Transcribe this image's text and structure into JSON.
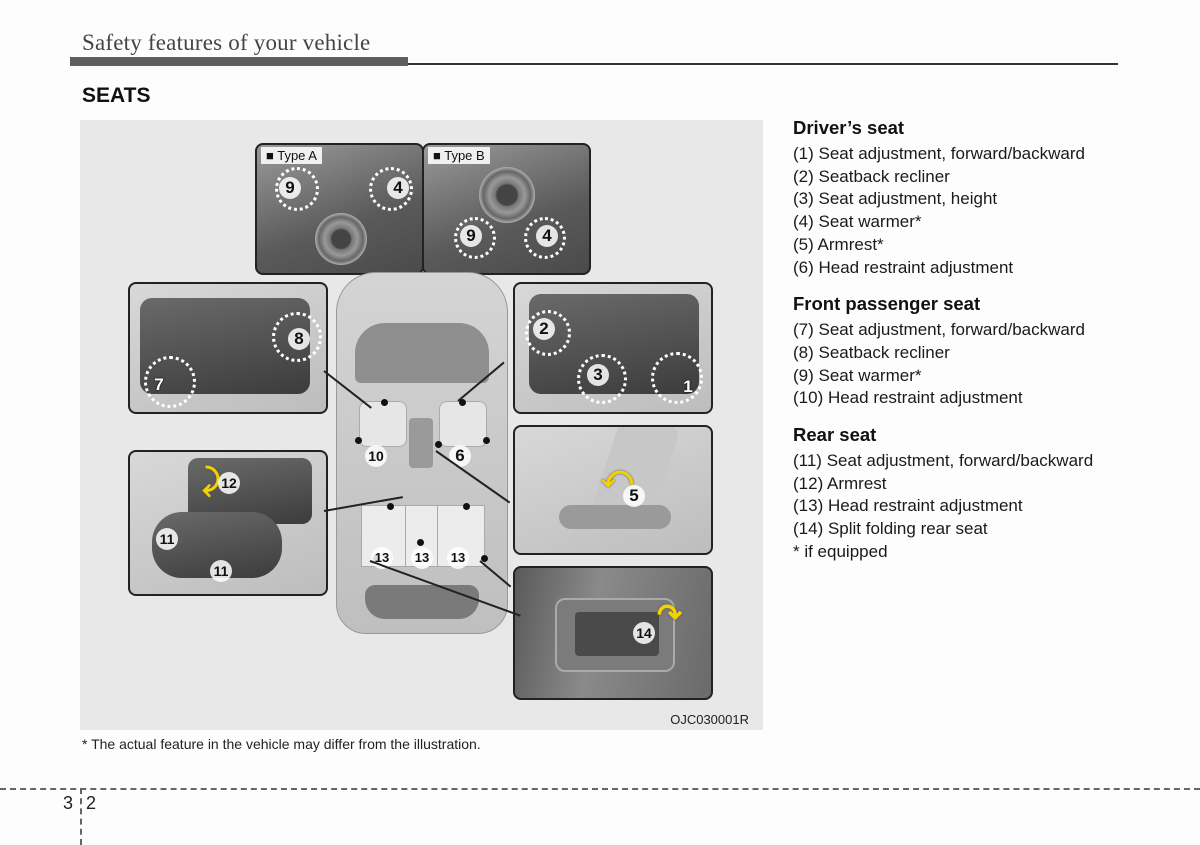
{
  "header": {
    "section_title": "Safety features of your vehicle",
    "page_heading": "SEATS"
  },
  "figure": {
    "code": "OJC030001R",
    "caption": "* The actual feature in the vehicle may differ from the illustration.",
    "panels": {
      "type_a": {
        "label": "■ Type A",
        "callouts": [
          "9",
          "4"
        ]
      },
      "type_b": {
        "label": "■ Type B",
        "callouts": [
          "9",
          "4"
        ]
      },
      "passenger_seat": {
        "callouts": [
          "8",
          "7"
        ]
      },
      "driver_seat": {
        "callouts": [
          "2",
          "3",
          "1"
        ]
      },
      "rear_bench": {
        "callouts": [
          "12",
          "11",
          "11"
        ]
      },
      "armrest": {
        "callouts": [
          "5"
        ]
      },
      "split_fold": {
        "callouts": [
          "14"
        ]
      },
      "car_top": {
        "callouts": [
          "10",
          "6",
          "13",
          "13",
          "13"
        ]
      }
    },
    "colors": {
      "arrow": "#f2d200",
      "background": "#e8e8e8"
    }
  },
  "legend": {
    "groups": [
      {
        "title": "Driver’s seat",
        "items": [
          "(1) Seat adjustment, forward/backward",
          "(2) Seatback recliner",
          "(3) Seat adjustment, height",
          "(4) Seat warmer*",
          "(5) Armrest*",
          "(6) Head restraint adjustment"
        ]
      },
      {
        "title": "Front passenger seat",
        "items": [
          "(7) Seat adjustment, forward/backward",
          "(8) Seatback recliner",
          "(9) Seat warmer*",
          "(10) Head restraint adjustment"
        ]
      },
      {
        "title": "Rear seat",
        "items": [
          "(11) Seat adjustment, forward/backward",
          "(12) Armrest",
          "(13) Head restraint adjustment",
          "(14) Split folding rear seat",
          "* if equipped"
        ]
      }
    ]
  },
  "footer": {
    "chapter": "3",
    "page": "2"
  }
}
